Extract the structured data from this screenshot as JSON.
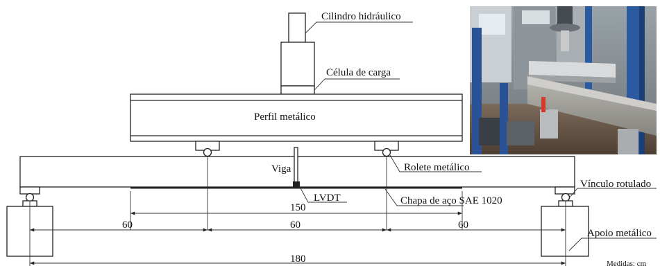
{
  "labels": {
    "cylinder": "Cilindro hidráulico",
    "load_cell": "Célula de carga",
    "steel_profile": "Perfil metálico",
    "beam": "Viga",
    "roller": "Rolete metálico",
    "lvdt": "LVDT",
    "plate": "Chapa de aço SAE 1020",
    "pin": "Vínculo rotulado",
    "support": "Apoio metálico",
    "units": "Medidas: cm"
  },
  "dimensions": {
    "inner": "150",
    "left": "60",
    "middle": "60",
    "right": "60",
    "total": "180"
  },
  "photo": {
    "description_icon": "lab-photo"
  }
}
